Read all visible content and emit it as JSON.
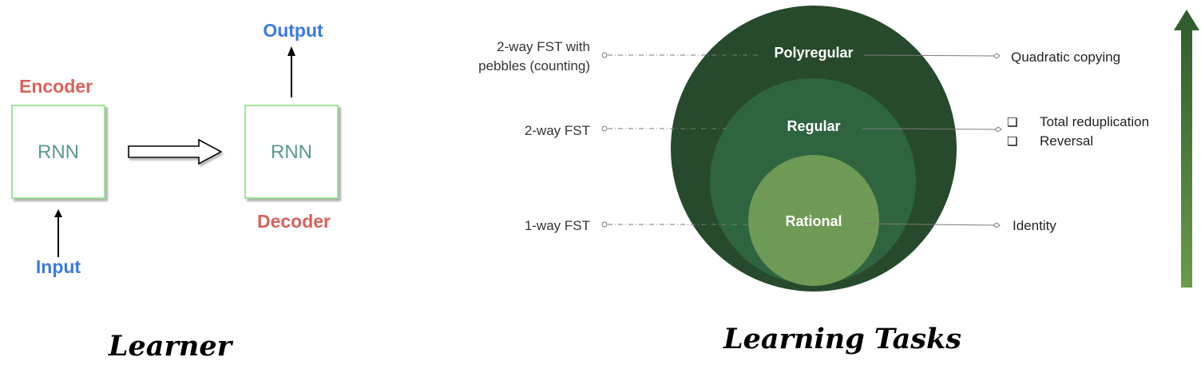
{
  "learner": {
    "encoder_label": "Encoder",
    "decoder_label": "Decoder",
    "encoder_box_text": "RNN",
    "decoder_box_text": "RNN",
    "input_label": "Input",
    "output_label": "Output",
    "caption": "Learner"
  },
  "tasks": {
    "caption": "Learning Tasks",
    "circles": {
      "outer": "Polyregular",
      "middle": "Regular",
      "inner": "Rational"
    },
    "left_labels": {
      "polyregular_line1": "2-way FST with",
      "polyregular_line2": "pebbles (counting)",
      "regular": "2-way FST",
      "rational": "1-way FST"
    },
    "right_labels": {
      "polyregular": "Quadratic copying",
      "regular_item1": "Total reduplication",
      "regular_item2": "Reversal",
      "rational": "Identity"
    },
    "checkbox_glyph": "❏"
  },
  "colors": {
    "label_red": "#d9625a",
    "label_blue": "#3b7ae0",
    "rnn_text": "#5a9a86",
    "box_border": "#9fe39a",
    "outer_circle": "#264a2b",
    "middle_circle": "#2f6440",
    "inner_circle": "#6f9a55",
    "arrow_top": "#2f5a2c",
    "arrow_bottom": "#6a9a4a"
  }
}
